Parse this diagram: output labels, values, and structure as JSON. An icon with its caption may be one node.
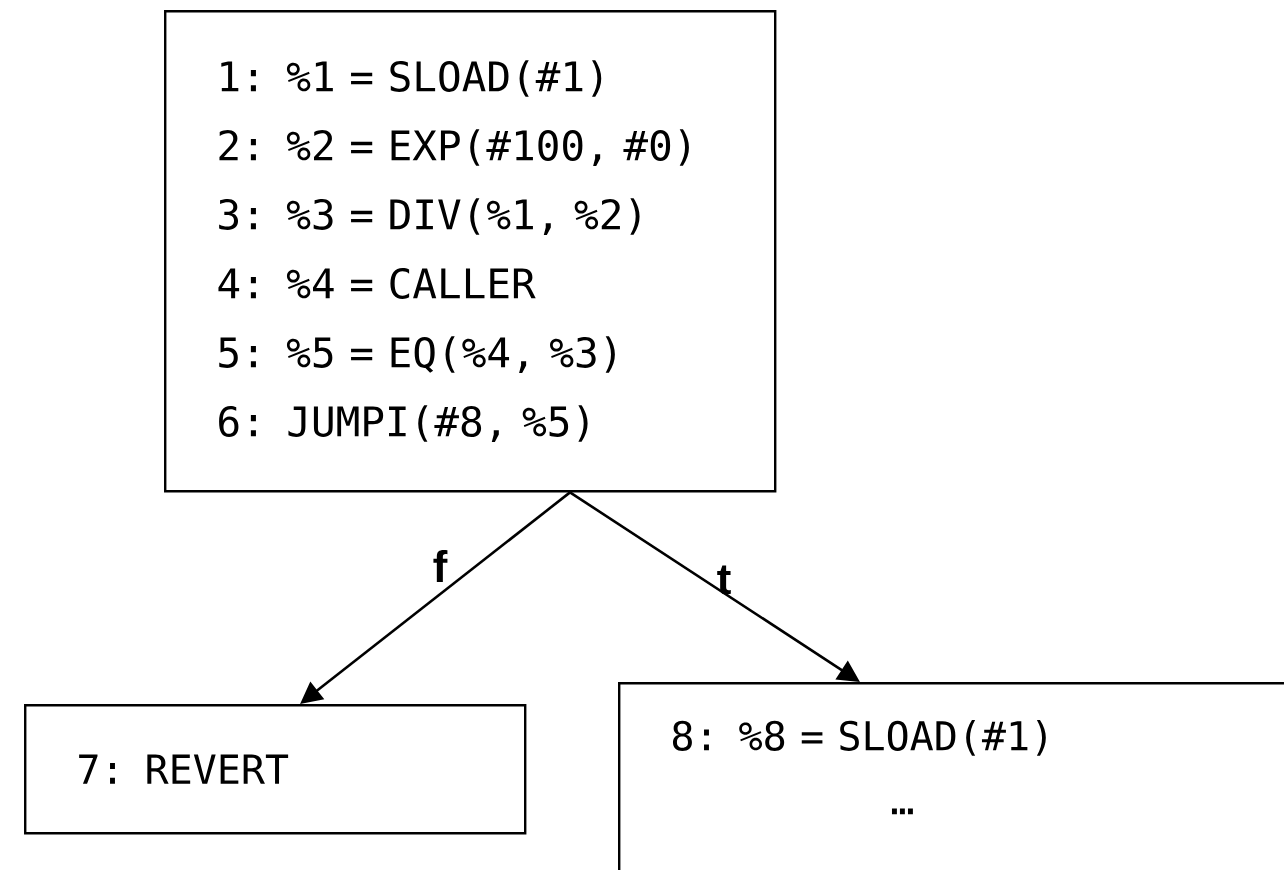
{
  "diagram": {
    "nodes": [
      {
        "text": [
          "1: %1 = SLOAD(#1)",
          "2: %2 = EXP(#100, #0)",
          "3: %3 = DIV(%1, %2)",
          "4: %4 = CALLER",
          "5: %5 = EQ(%4, %3)",
          "6: JUMPI(#8, %5)"
        ]
      },
      {
        "text": [
          "7: REVERT"
        ]
      },
      {
        "text": [
          "8: %8 = SLOAD(#1)",
          "…"
        ]
      }
    ],
    "edges": [
      {
        "from": 0,
        "to": 1,
        "arrow": "to",
        "label": "f"
      },
      {
        "from": 0,
        "to": 2,
        "arrow": "to",
        "label": "t"
      }
    ]
  }
}
